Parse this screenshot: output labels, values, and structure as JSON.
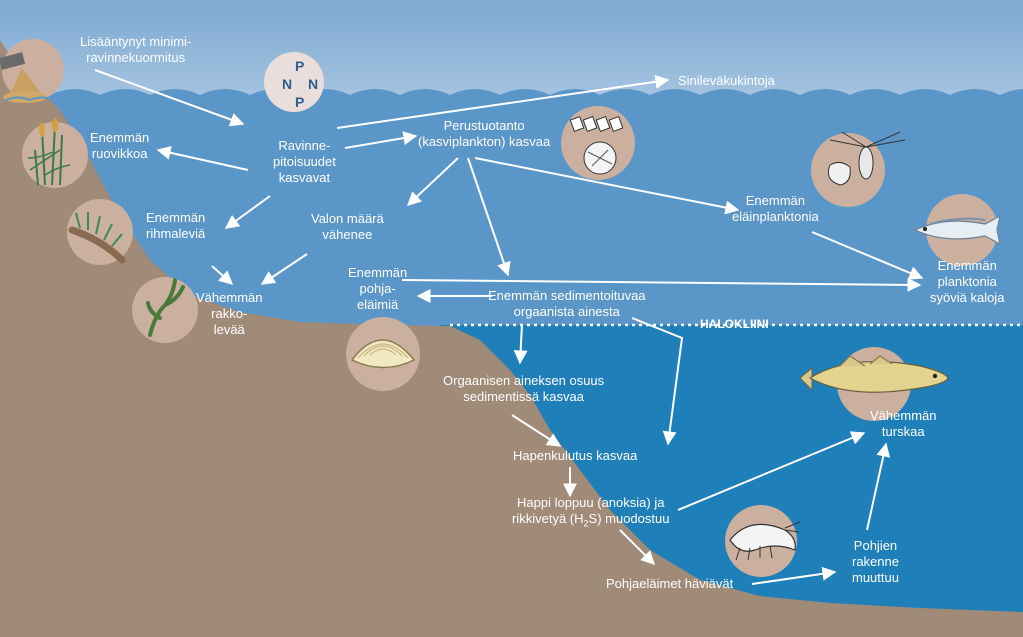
{
  "labels": {
    "lisaantynyt": "Lisääntynyt minimi-\nravinnekuormitus",
    "ravinne": "Ravinne-\npitoisuudet\nkasvavat",
    "sinilevakukintoja": "Sinileväkukintoja",
    "perustuotanto": "Perustuotanto\n(kasviplankton) kasvaa",
    "ruovikkoa": "Enemmän\nruovikkoa",
    "rihmalevia": "Enemmän\nrihmaleviä",
    "valon": "Valon määrä\nvähenee",
    "elainplanktonia": "Enemmän\neläinplanktonia",
    "rakkolevaa": "Vähemmän\nrakko-\nlevää",
    "pohjaelaimia": "Enemmän\npohja-\neläimiä",
    "sedimentoituvaa": "Enemmän sedimentoituvaa\norgaanista ainesta",
    "planktonia_syovia": "Enemmän\nplanktonia\nsyöviä kaloja",
    "halokliini": "HALOKLIINI",
    "orgaanisen": "Orgaanisen aineksen osuus\nsedimentissä kasvaa",
    "turskaa": "Vähemmän\nturskaa",
    "hapenkulutus": "Hapenkulutus kasvaa",
    "happi_line1": "Happi loppuu (anoksia) ja",
    "happi_line2_pre": "rikkivetyä (H",
    "happi_line2_sub": "2",
    "happi_line2_post": "S) muodostuu",
    "pohjien": "Pohjien\nrakenne\nmuuttuu",
    "pohjaelaimet_haviavat": "Pohjaeläimet häviävät"
  },
  "nutrient_letters": [
    "P",
    "N",
    "N",
    "P"
  ],
  "colors": {
    "sky": "#8db3d6",
    "surface_water": "#5b96c8",
    "deep_water": "#1f7fb8",
    "seabed": "#a08a78",
    "circle": "#cbb0a0",
    "np_circle": "#e9dedb",
    "text": "#ffffff",
    "halocline_dots": "#ffffff"
  },
  "icons": [
    "pipe-discharge-icon",
    "reed-icon",
    "filamentous-algae-icon",
    "bladderwrack-icon",
    "phytoplankton-icon",
    "zooplankton-icon",
    "herring-icon",
    "clam-icon",
    "cod-icon",
    "shrimp-icon"
  ]
}
